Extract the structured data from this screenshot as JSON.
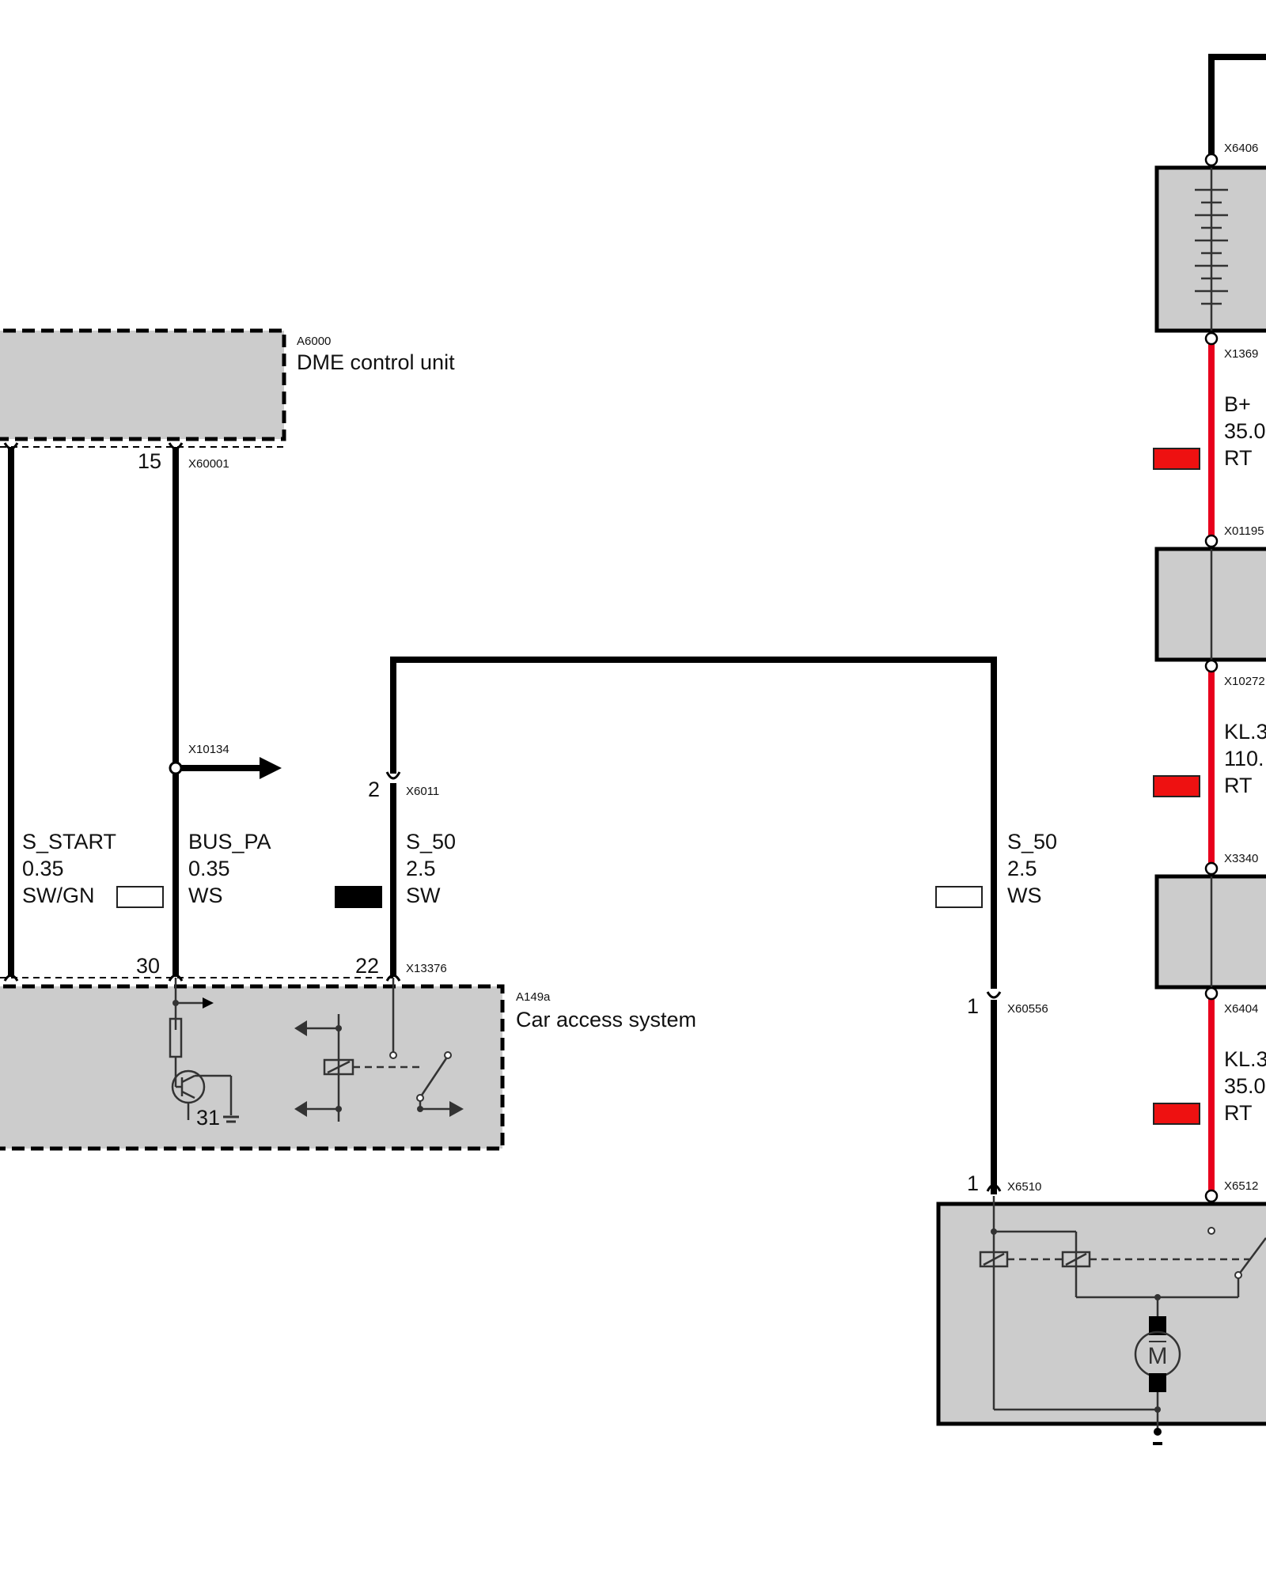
{
  "components": {
    "dme": {
      "id": "A6000",
      "name": "DME control unit"
    },
    "cas": {
      "id": "A149a",
      "name": "Car access system"
    }
  },
  "connectors": {
    "x6406": "X6406",
    "x1369": "X1369",
    "x01195": "X01195",
    "x10272": "X10272",
    "x3340": "X3340",
    "x6404": "X6404",
    "x6512": "X6512",
    "x6510": "X6510",
    "x60556": "X60556",
    "x60001": "X60001",
    "x10134": "X10134",
    "x6011": "X6011",
    "x13376": "X13376"
  },
  "pins": {
    "dme_15": "15",
    "cas_30": "30",
    "cas_22": "22",
    "cas_31": "31",
    "x6011_2": "2",
    "x60556_1": "1",
    "x6510_1": "1"
  },
  "wires": {
    "s_start": {
      "signal": "S_START",
      "size": "0.35",
      "color": "SW/GN"
    },
    "bus_pa": {
      "signal": "BUS_PA",
      "size": "0.35",
      "color": "WS"
    },
    "s50_left": {
      "signal": "S_50",
      "size": "2.5",
      "color": "SW"
    },
    "s50_right": {
      "signal": "S_50",
      "size": "2.5",
      "color": "WS"
    },
    "bplus": {
      "signal": "B+",
      "size": "35.0",
      "color": "RT"
    },
    "kl30_mid": {
      "signal": "KL.3",
      "size": "110.",
      "color": "RT"
    },
    "kl30_low": {
      "signal": "KL.3",
      "size": "35.0",
      "color": "RT"
    }
  },
  "colors": {
    "wire_red": "#e8001c",
    "chip_red": "#ee1111",
    "component_fill": "#cccccc"
  },
  "icons": {
    "battery": "battery-icon",
    "motor": "motor-icon",
    "relay": "relay-coil-icon",
    "transistor": "transistor-icon",
    "ground": "ground-icon"
  }
}
